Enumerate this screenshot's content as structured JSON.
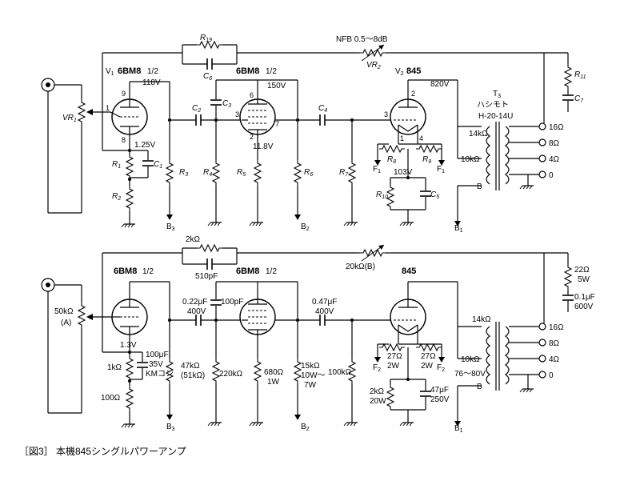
{
  "caption": "［図3］ 本機845シングルパワーアンプ",
  "top": {
    "v1": "V",
    "v1_sub": "1",
    "v1_tube": "6BM8",
    "v1_half": "1/2",
    "v1_pin9": "9",
    "v1_pin1": "1",
    "v1_pin8": "8",
    "v1_plate_v": "118V",
    "v1_cath_v": "1.25V",
    "vr1": "VR",
    "vr1_sub": "1",
    "r19": "R",
    "r19_sub": "19",
    "c6": "C",
    "c6_sub": "6",
    "nfb": "NFB 0.5～8dB",
    "vr2": "VR",
    "vr2_sub": "2",
    "r1": "R",
    "r1_sub": "1",
    "c1": "C",
    "c1_sub": "1",
    "r2": "R",
    "r2_sub": "2",
    "c2": "C",
    "c2_sub": "2",
    "r3": "R",
    "r3_sub": "3",
    "b3": "B",
    "b3_sub": "3",
    "v1b_tube": "6BM8",
    "v1b_half": "1/2",
    "v1b_plate_v": "150V",
    "c3": "C",
    "c3_sub": "3",
    "pin6": "6",
    "pin3": "3",
    "pin7": "7",
    "pin2": "2",
    "v1b_cath_v": "11.8V",
    "r4": "R",
    "r4_sub": "4",
    "r5": "R",
    "r5_sub": "5",
    "r6": "R",
    "r6_sub": "6",
    "b2": "B",
    "b2_sub": "2",
    "c4": "C",
    "c4_sub": "4",
    "r7": "R",
    "r7_sub": "7",
    "v2": "V",
    "v2_sub": "2",
    "v2_tube": "845",
    "v2_plate_v": "820V",
    "v2_pin2": "2",
    "v2_pin3": "3",
    "v2_pin1": "1",
    "v2_pin4": "4",
    "r8": "R",
    "r8_sub": "8",
    "r9": "R",
    "r9_sub": "9",
    "f1": "F",
    "f1_sub": "1",
    "f1b": "F",
    "f1b_sub": "1",
    "fil_v": "103V",
    "r10": "R",
    "r10_sub": "10",
    "c5": "C",
    "c5_sub": "5",
    "t3": "T",
    "t3_sub": "3",
    "t3_maker": "ハシモト",
    "t3_model": "H-20-14U",
    "tap14k": "14kΩ",
    "tap10k": "10kΩ",
    "tapB": "B",
    "s16": "16Ω",
    "s8": "8Ω",
    "s4": "4Ω",
    "s0": "0",
    "r11": "R",
    "r11_sub": "11",
    "c7": "C",
    "c7_sub": "7",
    "b1": "B",
    "b1_sub": "1"
  },
  "bottom": {
    "v1_tube": "6BM8",
    "v1_half": "1/2",
    "vr1": "50kΩ",
    "vr1_b": "(A)",
    "r19": "2kΩ",
    "c6": "510pF",
    "vr2": "20kΩ(B)",
    "cath_v": "1.3V",
    "r1": "1kΩ",
    "c1_a": "100μF",
    "c1_b": "35V",
    "c1_c": "KMコン",
    "r2": "100Ω",
    "c2_a": "0.22μF",
    "c2_b": "400V",
    "r3_a": "47kΩ",
    "r3_b": "(51kΩ)",
    "b3": "B",
    "b3_sub": "3",
    "c3": "100pF",
    "v1b_tube": "6BM8",
    "v1b_half": "1/2",
    "r4": "220kΩ",
    "r5_a": "680Ω",
    "r5_b": "1W",
    "r6_a": "15kΩ",
    "r6_b": "10W～",
    "r6_c": "7W",
    "b2": "B",
    "b2_sub": "2",
    "c4_a": "0.47μF",
    "c4_b": "400V",
    "r7": "100kΩ",
    "v2_tube": "845",
    "r8_a": "27Ω",
    "r8_b": "2W",
    "r9_a": "27Ω",
    "r9_b": "2W",
    "f2": "F",
    "f2_sub": "2",
    "f2b": "F",
    "f2b_sub": "2",
    "fil_v": "76～80V",
    "r10_a": "2kΩ",
    "r10_b": "20W",
    "c5_a": "47μF",
    "c5_b": "250V",
    "tap14k": "14kΩ",
    "tap10k": "10kΩ",
    "tapB": "B",
    "s16": "16Ω",
    "s8": "8Ω",
    "s4": "4Ω",
    "s0": "0",
    "r11_a": "22Ω",
    "r11_b": "5W",
    "c7_a": "0.1μF",
    "c7_b": "600V",
    "b1": "B",
    "b1_sub": "1"
  }
}
